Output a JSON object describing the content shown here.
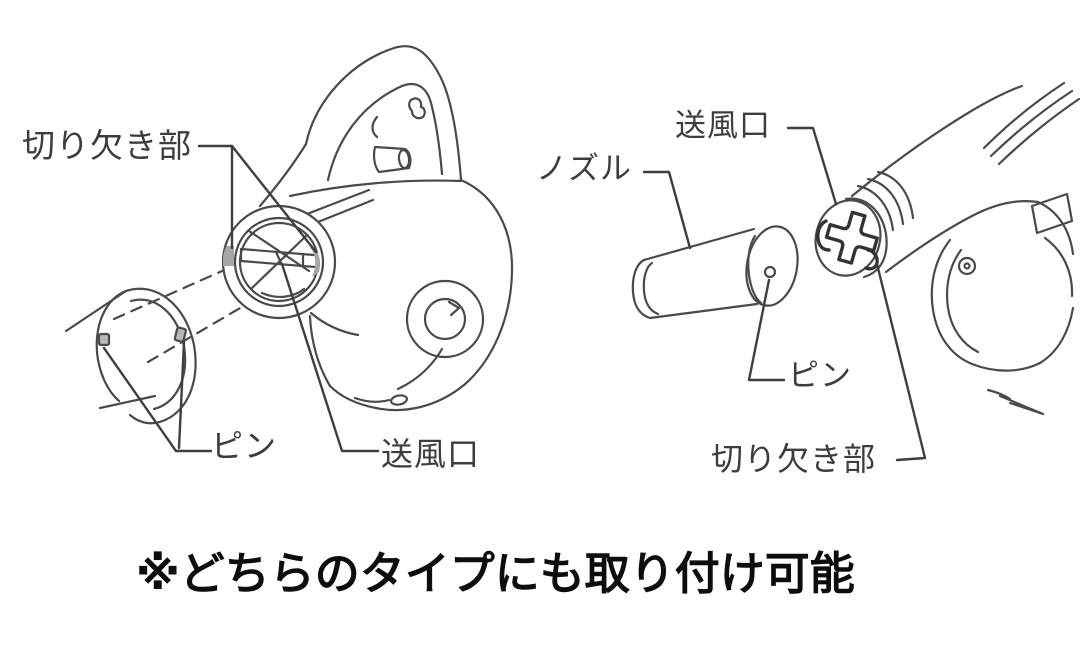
{
  "colors": {
    "background": "#ffffff",
    "line": "#4a4a4a",
    "label_text": "#3d3d3d",
    "note_text": "#0d0d0d",
    "notch_marker": "#a6a6a6"
  },
  "left_diagram": {
    "labels": {
      "notch": "切り欠き部",
      "pin": "ピン",
      "outlet": "送風口"
    }
  },
  "right_diagram": {
    "labels": {
      "nozzle": "ノズル",
      "outlet": "送風口",
      "pin": "ピン",
      "notch": "切り欠き部"
    }
  },
  "note": {
    "text": "※どちらのタイプにも取り付け可能"
  }
}
